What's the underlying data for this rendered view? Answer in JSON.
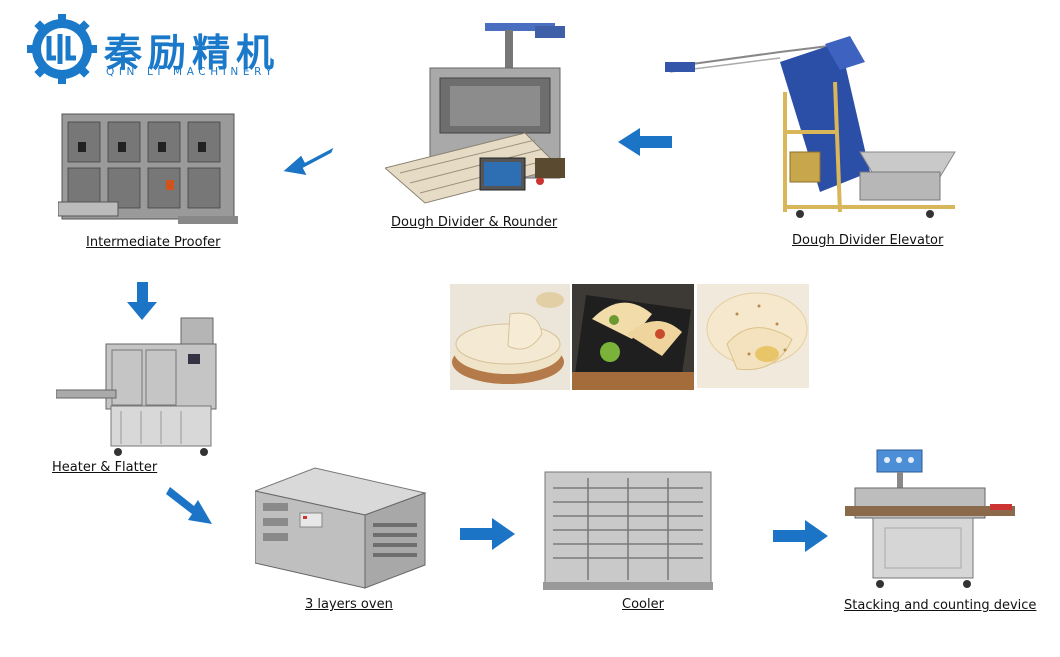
{
  "brand": {
    "name_cn": "秦励精机",
    "name_en": "QIN LI MACHINERY",
    "color": "#1b79c9"
  },
  "arrow_color": "#1b74c5",
  "steps": [
    {
      "id": "elevator",
      "label": "Dough Divider Elevator"
    },
    {
      "id": "divider",
      "label": "Dough Divider & Rounder"
    },
    {
      "id": "proofer",
      "label": "Intermediate Proofer"
    },
    {
      "id": "heater",
      "label": "Heater & Flatter"
    },
    {
      "id": "oven",
      "label": "3 layers oven"
    },
    {
      "id": "cooler",
      "label": "Cooler"
    },
    {
      "id": "stacker",
      "label": "Stacking and counting device"
    }
  ],
  "products": [
    "tortilla-stack",
    "tacos",
    "folded-tortillas"
  ]
}
